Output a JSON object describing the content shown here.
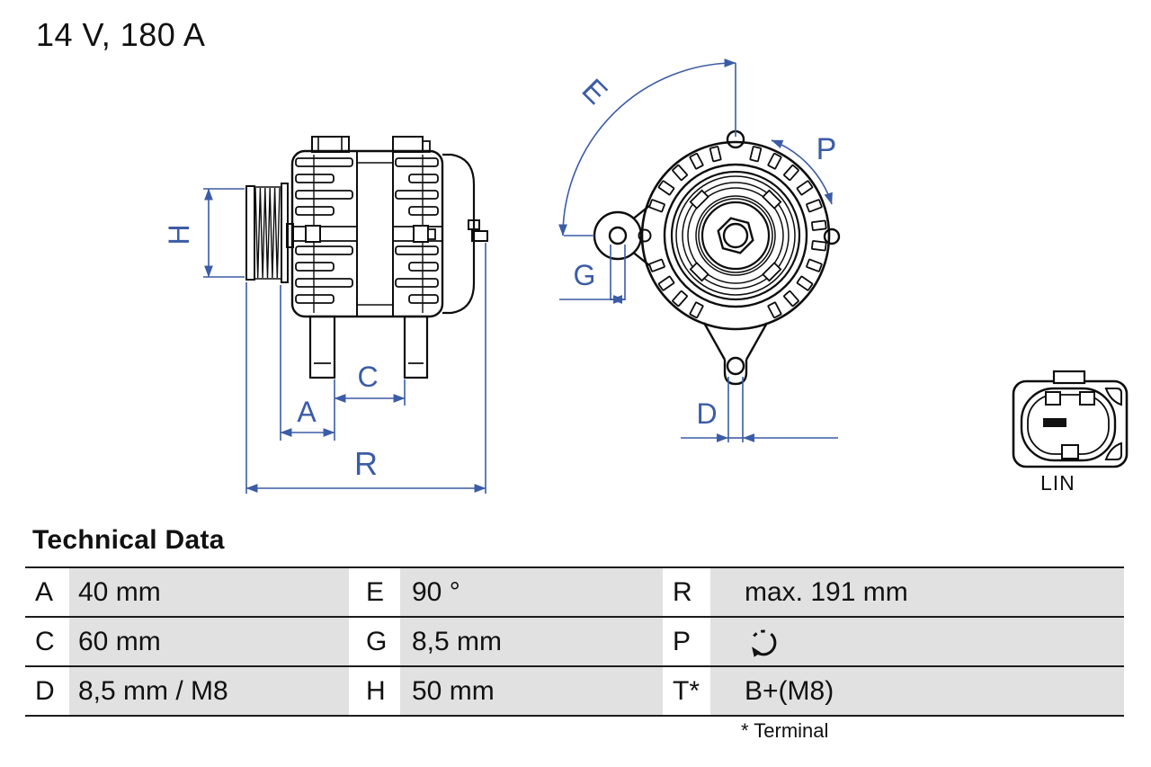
{
  "title": "14 V, 180 A",
  "drawing": {
    "dimension_labels": {
      "H": "H",
      "A": "A",
      "C": "C",
      "R": "R",
      "E": "E",
      "P": "P",
      "G": "G",
      "D": "D"
    },
    "connector_label": "LIN"
  },
  "table": {
    "heading": "Technical Data",
    "rows": [
      {
        "c1_key": "A",
        "c1_val": "40 mm",
        "c2_key": "E",
        "c2_val": "90 °",
        "c3_key": "R",
        "c3_val": "max. 191 mm"
      },
      {
        "c1_key": "C",
        "c1_val": "60 mm",
        "c2_key": "G",
        "c2_val": "8,5 mm",
        "c3_key": "P",
        "c3_val": ""
      },
      {
        "c1_key": "D",
        "c1_val": "8,5 mm / M8",
        "c2_key": "H",
        "c2_val": "50 mm",
        "c3_key": "T*",
        "c3_val": "B+(M8)"
      }
    ],
    "footnote": "* Terminal"
  },
  "icons": {
    "p_row": "rotation-clockwise"
  },
  "colors": {
    "dimension_blue": "#3b5ca6",
    "drawing_black": "#0d0d0d",
    "table_grey": "#e1e1e1"
  }
}
